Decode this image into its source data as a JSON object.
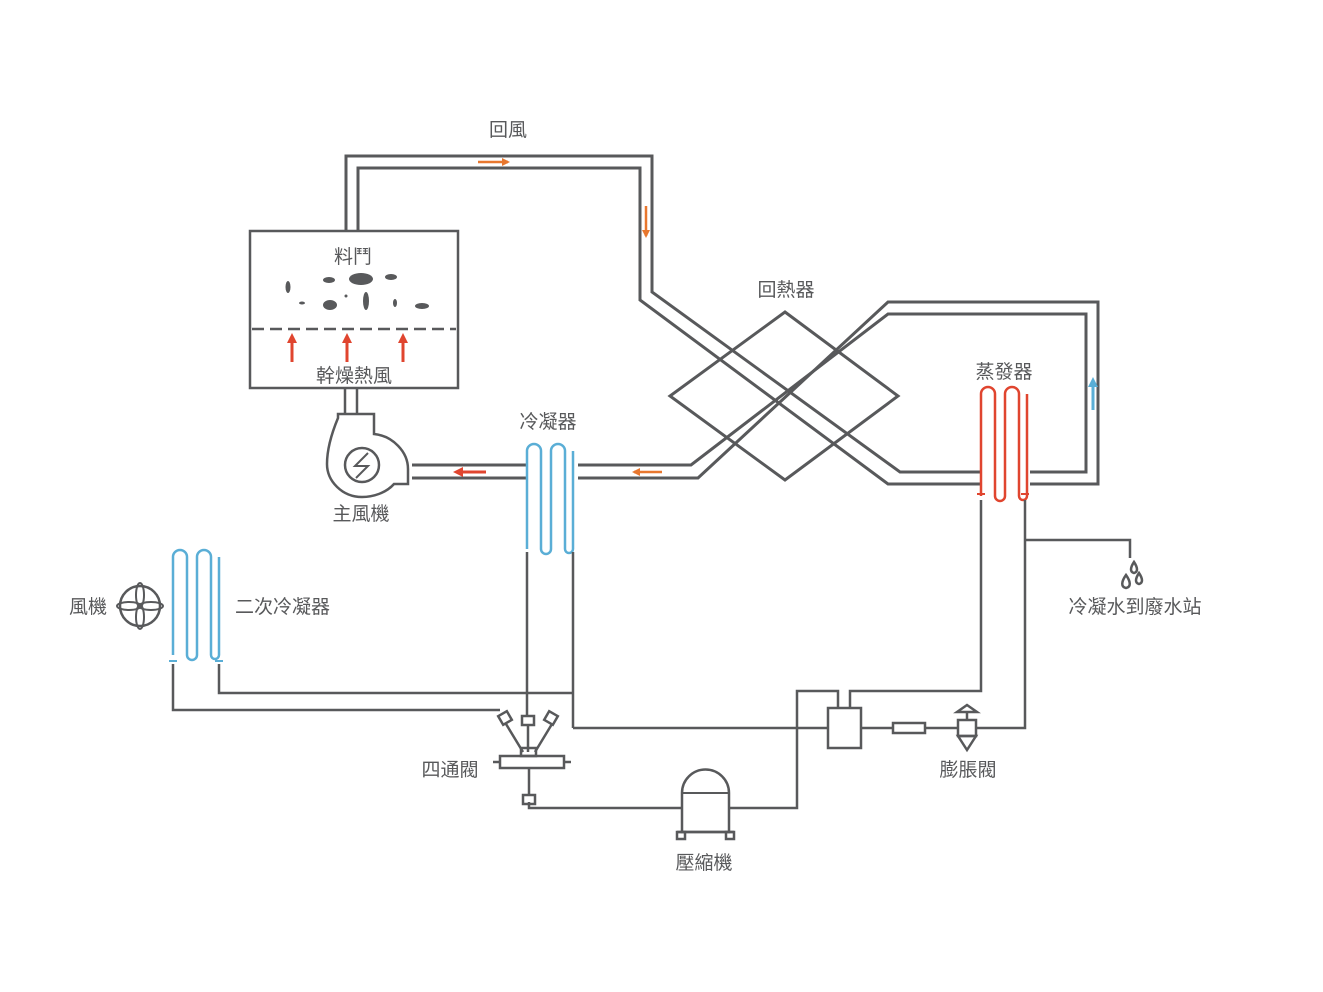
{
  "labels": {
    "return_air": "回風",
    "material_bin": "料鬥",
    "dry_hot_air": "幹燥熱風",
    "main_fan": "主風機",
    "condenser": "冷凝器",
    "heat_recovery": "回熱器",
    "evaporator": "蒸發器",
    "fan": "風機",
    "secondary_condenser": "二次冷凝器",
    "condensate_drain": "冷凝水到廢水站",
    "four_way_valve": "四通閥",
    "expansion_valve": "膨脹閥",
    "compressor": "壓縮機"
  },
  "colors": {
    "line": "#58595b",
    "hot_air_arrow": "#e0452f",
    "return_air_arrow": "#e8772e",
    "cool_coil": "#5aaed6",
    "hot_coil": "#e0452f"
  }
}
